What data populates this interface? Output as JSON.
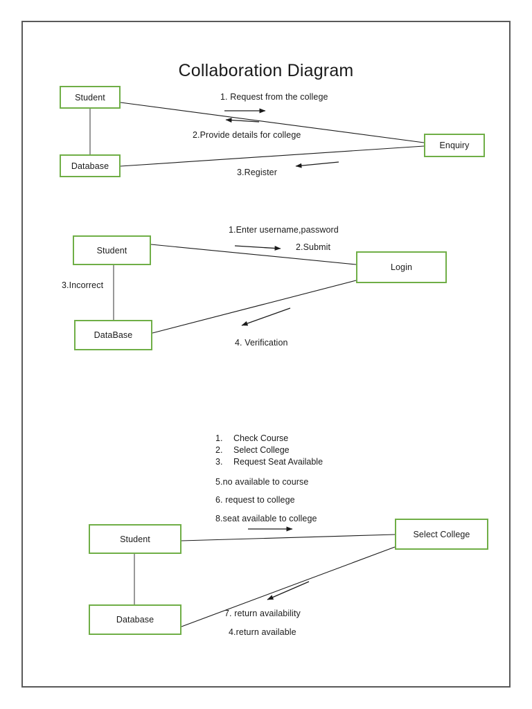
{
  "document": {
    "title": "Collaboration Diagram"
  },
  "colors": {
    "node_border": "#6fae46",
    "frame_border": "#595959",
    "connector": "#1a1a1a",
    "background": "#ffffff",
    "text": "#1a1a1a"
  },
  "sections": [
    {
      "id": "enquiry-collaboration",
      "nodes": [
        {
          "id": "student-1",
          "label": "Student"
        },
        {
          "id": "database-1",
          "label": "Database"
        },
        {
          "id": "enquiry-1",
          "label": "Enquiry"
        }
      ],
      "messages": [
        {
          "number": "1.",
          "text": "Request from the college",
          "direction": "right"
        },
        {
          "number": "2.",
          "text": "Provide details for college",
          "direction": "left"
        },
        {
          "number": "3.",
          "text": "Register",
          "direction": "left"
        }
      ],
      "labels": {
        "msg1": "1.    Request from the college",
        "msg2": "2.Provide details for college",
        "msg3": "3.Register"
      }
    },
    {
      "id": "login-collaboration",
      "nodes": [
        {
          "id": "student-2",
          "label": "Student"
        },
        {
          "id": "database-2",
          "label": "DataBase"
        },
        {
          "id": "login-2",
          "label": "Login"
        }
      ],
      "messages": [
        {
          "number": "1.",
          "text": "Enter username,password",
          "direction": "right"
        },
        {
          "number": "2.",
          "text": "Submit",
          "direction": "right"
        },
        {
          "number": "3.",
          "text": "Incorrect",
          "direction": "none"
        },
        {
          "number": "4.",
          "text": "Verification",
          "direction": "down-left"
        }
      ],
      "labels": {
        "msg1": "1.Enter username,password",
        "msg2": "2.Submit",
        "msg3": "3.Incorrect",
        "msg4": "4. Verification"
      }
    },
    {
      "id": "select-college-collaboration",
      "nodes": [
        {
          "id": "student-3",
          "label": "Student"
        },
        {
          "id": "database-3",
          "label": "Database"
        },
        {
          "id": "select-college-3",
          "label": "Select College"
        }
      ],
      "numbered_list": [
        {
          "number": "1.",
          "text": "Check Course"
        },
        {
          "number": "2.",
          "text": "Select College"
        },
        {
          "number": "3.",
          "text": "Request Seat Available"
        }
      ],
      "labels": {
        "msg5": "5.no available to course",
        "msg6": "6. request to college",
        "msg8": "8.seat available to college",
        "msg7": "7. return availability",
        "msg4": "4.return available"
      }
    }
  ]
}
